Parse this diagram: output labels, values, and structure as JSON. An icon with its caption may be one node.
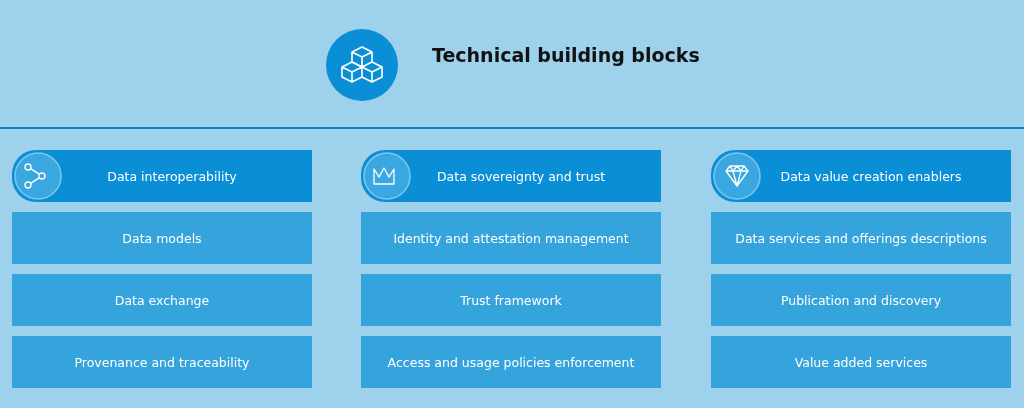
{
  "diagram": {
    "title": "Technical building blocks",
    "nodes": [
      {
        "text": [
          "Data interoperability"
        ]
      },
      {
        "text": [
          "Data models"
        ]
      },
      {
        "text": [
          "Data exchange"
        ]
      },
      {
        "text": [
          "Provenance and traceability"
        ]
      },
      {
        "text": [
          "Data sovereignty and trust"
        ]
      },
      {
        "text": [
          "Identity and attestation management"
        ]
      },
      {
        "text": [
          "Trust framework"
        ]
      },
      {
        "text": [
          "Access and usage policies enforcement"
        ]
      },
      {
        "text": [
          "Data value creation enablers"
        ]
      },
      {
        "text": [
          "Data services and offerings descriptions"
        ]
      },
      {
        "text": [
          "Publication and discovery"
        ]
      },
      {
        "text": [
          "Value added services"
        ]
      }
    ]
  }
}
